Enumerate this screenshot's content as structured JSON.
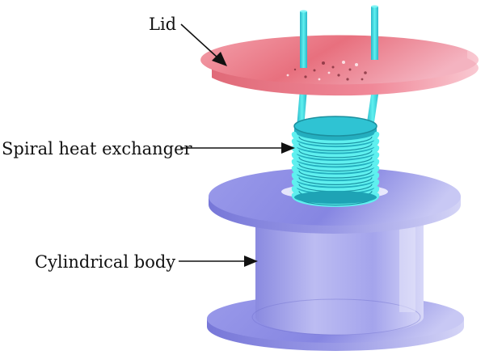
{
  "labels": {
    "lid": "Lid",
    "spiral": "Spiral heat exchanger",
    "body": "Cylindrical body"
  },
  "colors": {
    "lid": "#e8707e",
    "coil": "#3fe0e0",
    "body": "#8e8ee8",
    "arrow": "#111111"
  },
  "icons": {
    "arrow": "filled-triangle-arrowhead"
  }
}
